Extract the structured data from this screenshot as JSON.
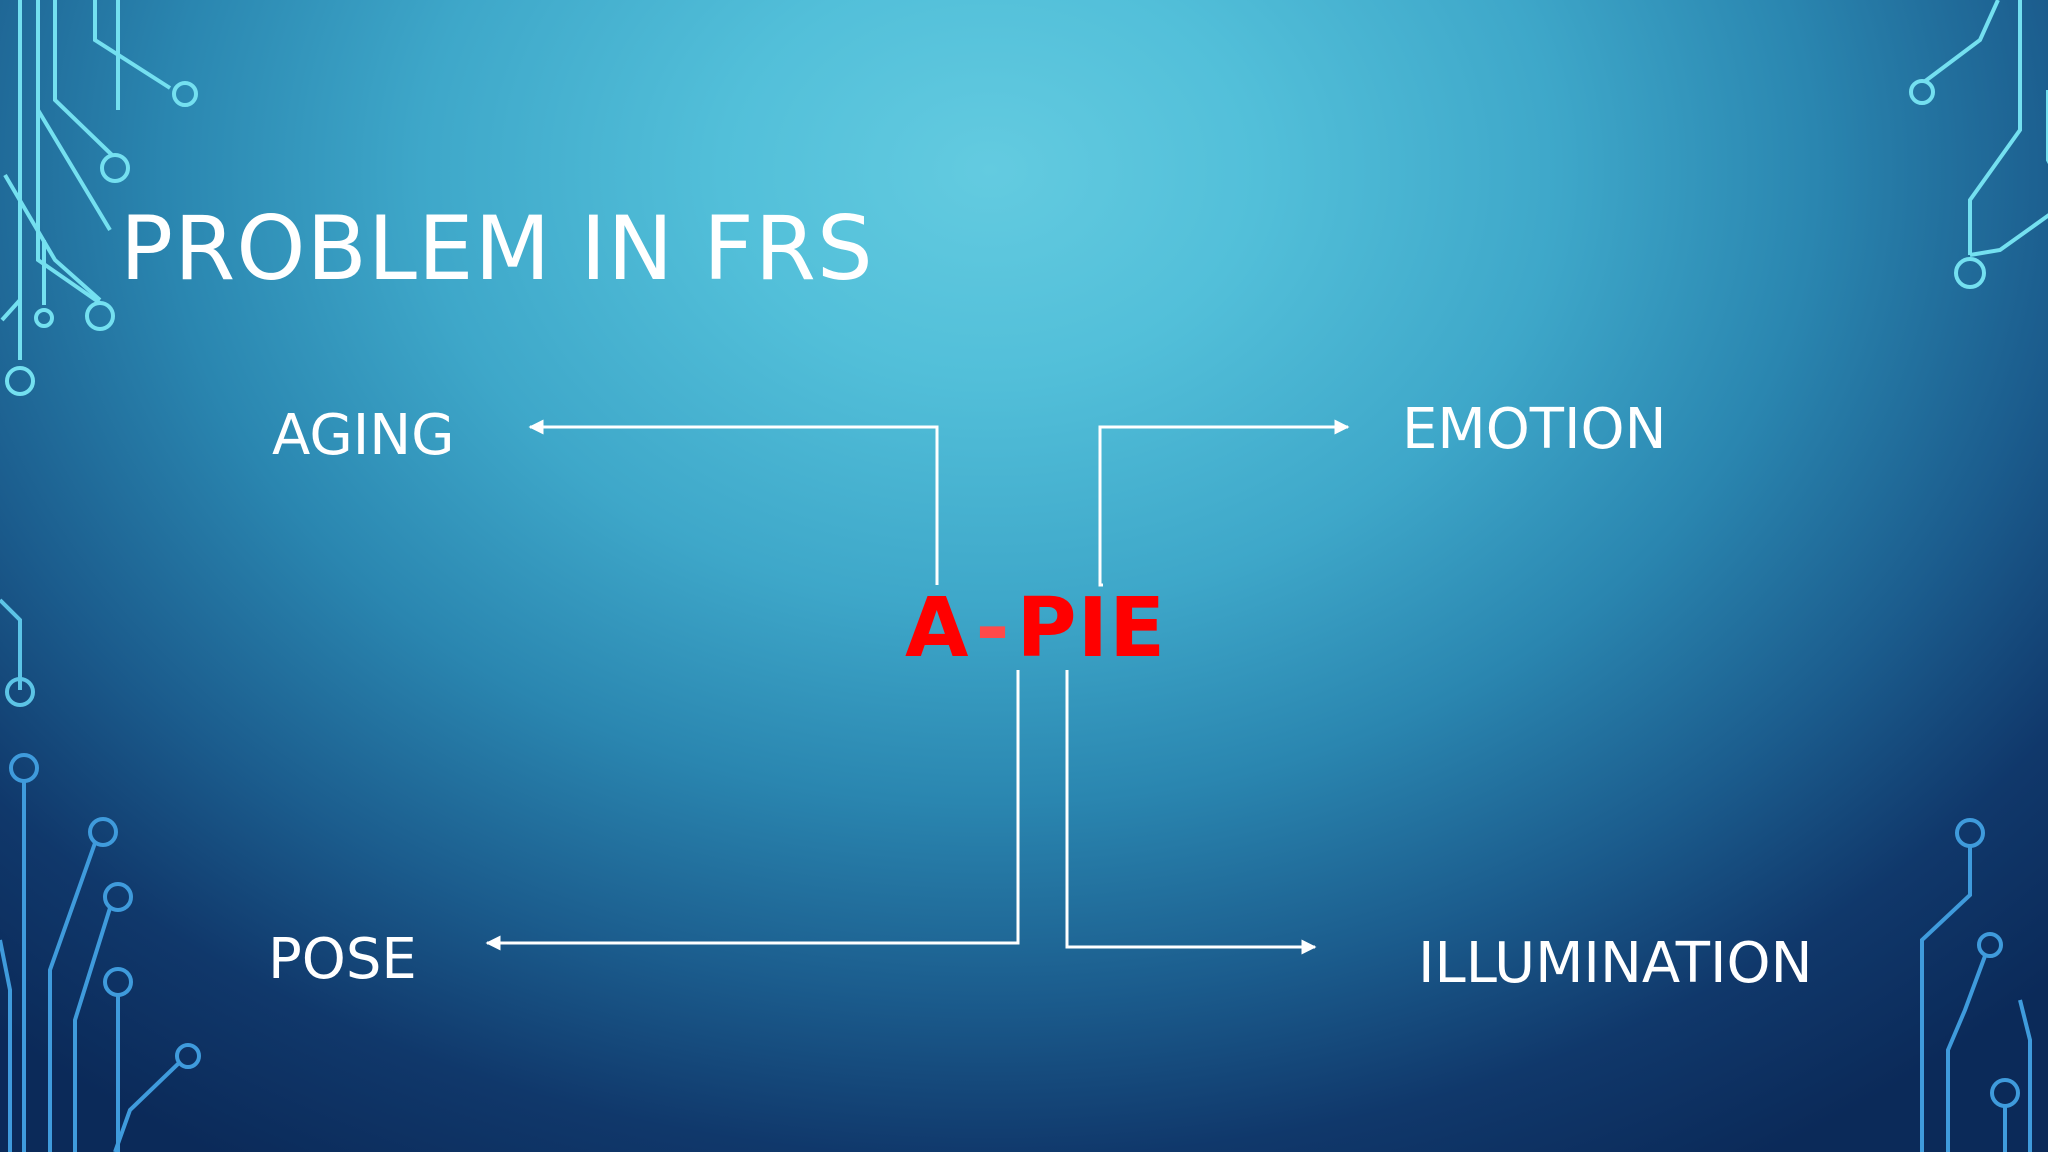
{
  "slide": {
    "title": "PROBLEM IN FRS",
    "center": {
      "left": "A",
      "dash": "-",
      "right": "PIE"
    },
    "labels": {
      "aging": "AGING",
      "emotion": "EMOTION",
      "pose": "POSE",
      "illumination": "ILLUMINATION"
    }
  },
  "colors": {
    "accent_text": "#ff0000",
    "label_text": "#ffffff",
    "connector": "#ffffff",
    "circuit_light": "#6fe3f0",
    "circuit_dark": "#3a8fd6"
  }
}
